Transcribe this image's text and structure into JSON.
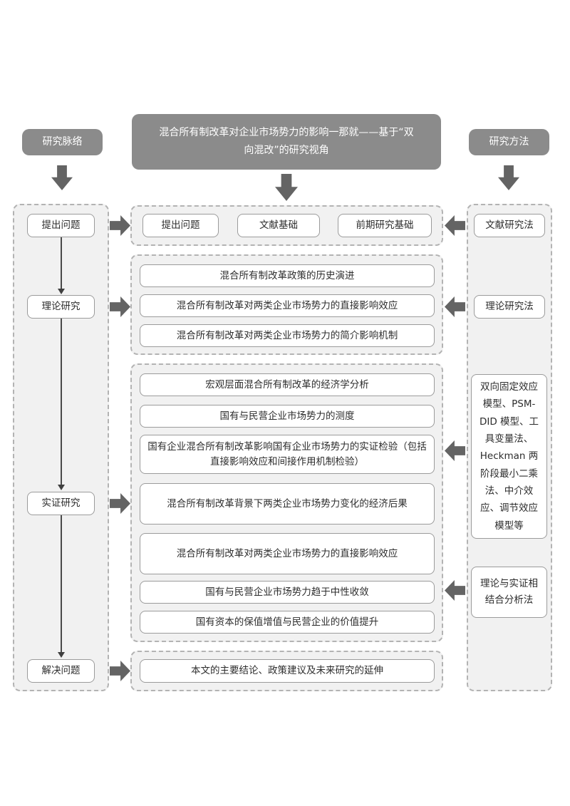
{
  "header": {
    "title": "混合所有制改革对企业市场势力的影响一那就——基于“双向混改”的研究视角",
    "left_label": "研究脉络",
    "right_label": "研究方法"
  },
  "left_column": {
    "items": [
      "提出问题",
      "理论研究",
      "实证研究",
      "解决问题"
    ]
  },
  "center": {
    "section1": [
      "提出问题",
      "文献基础",
      "前期研究基础"
    ],
    "section2": [
      "混合所有制改革政策的历史演进",
      "混合所有制改革对两类企业市场势力的直接影响效应",
      "混合所有制改革对两类企业市场势力的简介影响机制"
    ],
    "section3": [
      "宏观层面混合所有制改革的经济学分析",
      "国有与民营企业市场势力的测度",
      "国有企业混合所有制改革影响国有企业市场势力的实证检验（包括直接影响效应和间接作用机制检验）",
      "混合所有制改革背景下两类企业市场势力变化的经济后果",
      "混合所有制改革对两类企业市场势力的直接影响效应",
      "国有与民营企业市场势力趋于中性收敛",
      "国有资本的保值增值与民营企业的价值提升"
    ],
    "section4": [
      "本文的主要结论、政策建议及未来研究的延伸"
    ]
  },
  "right_column": {
    "items": [
      "文献研究法",
      "理论研究法",
      "双向固定效应模型、PSM-DID 模型、工具变量法、Heckman 两阶段最小二乘法、中介效应、调节效应模型等",
      "理论与实证相结合分析法"
    ]
  },
  "colors": {
    "dark_box": "#8b8b8b",
    "arrow": "#646464",
    "zone_fill": "#f1f1f1",
    "zone_border": "#b3b3b3",
    "box_border": "#9b9b9b",
    "text": "#2d2d2d"
  }
}
